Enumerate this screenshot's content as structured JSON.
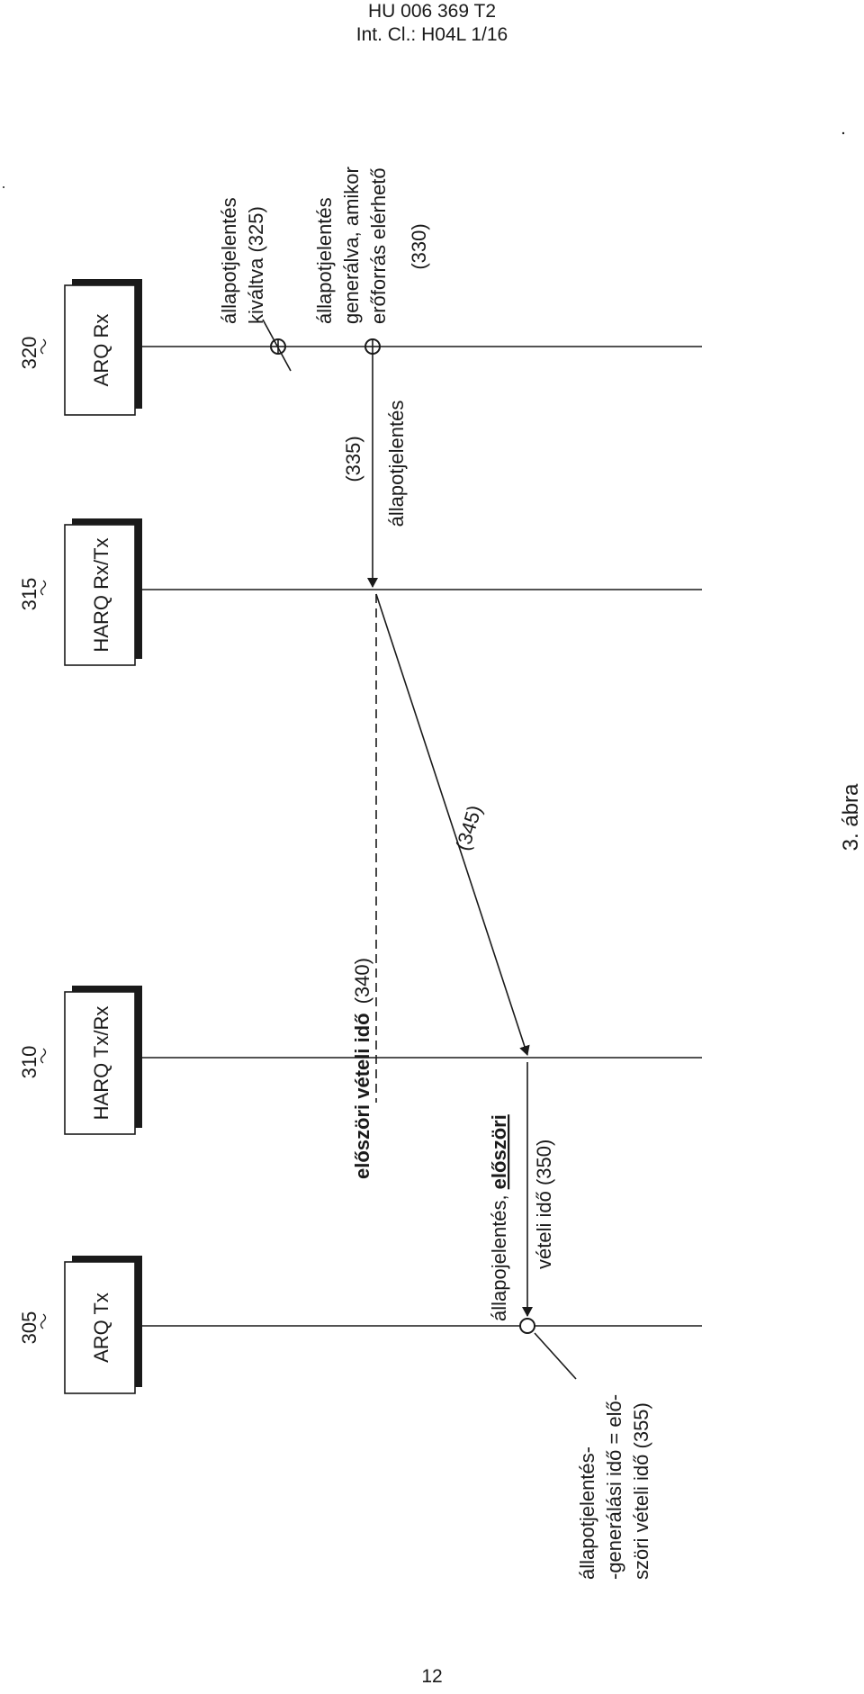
{
  "header": {
    "doc_number": "HU 006 369 T2",
    "classification": "Int. Cl.: H04L 1/16"
  },
  "page_number": "12",
  "figure_caption": "3. ábra",
  "entities": [
    {
      "ref": "305",
      "label": "ARQ Tx"
    },
    {
      "ref": "310",
      "label": "HARQ Tx/Rx"
    },
    {
      "ref": "315",
      "label": "HARQ Rx/Tx"
    },
    {
      "ref": "320",
      "label": "ARQ Rx"
    }
  ],
  "annotations": {
    "a325": {
      "line1": "állapotjelentés",
      "line2": "kiváltva (325)"
    },
    "a330": {
      "line1": "állapotjelentés",
      "line2": "generálva, amikor",
      "line3": "erőforrás elérhető",
      "line4": "(330)"
    },
    "a335": {
      "ref": "(335)",
      "label": "állapotjelentés"
    },
    "a340": {
      "part1": "előszöri vételi idő",
      "ref": "(340)"
    },
    "a345": {
      "ref": "(345)"
    },
    "a350": {
      "line1_a": "állapojelentés,",
      "line1_b": "előszöri",
      "line2": "vételi idő (350)"
    },
    "a355": {
      "line1": "állapotjelentés-",
      "line2": "-generálási idő = elő-",
      "line3": "szöri vételi idő (355)"
    }
  }
}
